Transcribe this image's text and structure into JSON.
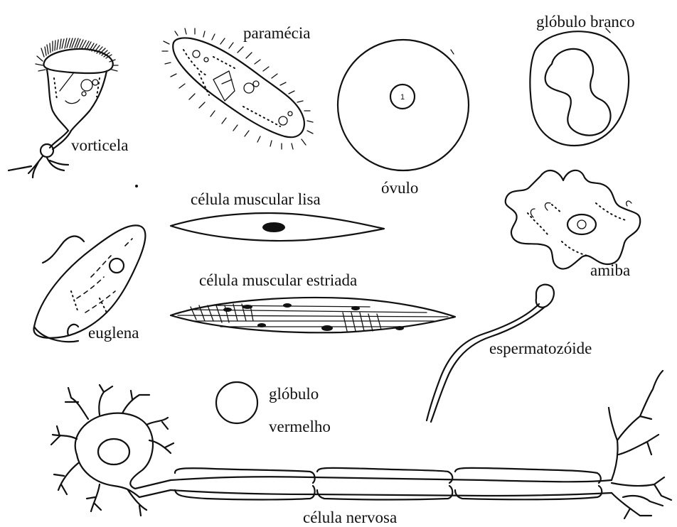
{
  "labels": {
    "vorticela": "vorticela",
    "paramecia": "paramécia",
    "ovulo": "óvulo",
    "ovulo_nucleus": "1",
    "globulo_branco": "glóbulo branco",
    "celula_muscular_lisa": "célula muscular lisa",
    "amiba": "amiba",
    "euglena": "euglena",
    "celula_muscular_estriada": "célula muscular estriada",
    "espermatozoide": "espermatozóide",
    "globulo_vermelho_1": "glóbulo",
    "globulo_vermelho_2": "vermelho",
    "celula_nervosa": "célula nervosa"
  }
}
